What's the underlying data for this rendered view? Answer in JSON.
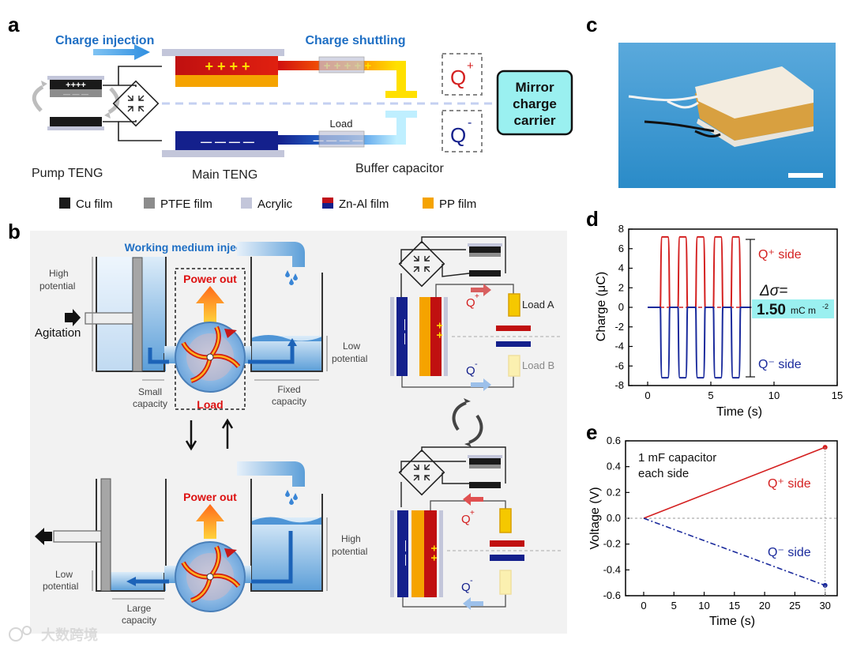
{
  "panels": {
    "a": "a",
    "b": "b",
    "c": "c",
    "d": "d",
    "e": "e"
  },
  "panel_a": {
    "charge_injection": "Charge injection",
    "charge_shuttling": "Charge shuttling",
    "load": "Load",
    "q_plus": "Q",
    "q_minus": "Q",
    "plus_sup": "+",
    "minus_sup": "-",
    "mirror": [
      "Mirror",
      "charge",
      "carrier"
    ],
    "pump_teng": "Pump TENG",
    "main_teng": "Main TENG",
    "buffer_capacitor": "Buffer capacitor",
    "pump_plate_plus": "++++",
    "pump_plate_minus": "— — —",
    "main_top_signs": "+  +  +  +",
    "main_bottom_signs": "—  —  —  —",
    "shuttle_top": "+  +  +  +  +",
    "shuttle_bottom": "—  —  —  —"
  },
  "legend": [
    {
      "label": "Cu film",
      "color": "#1a1a1a"
    },
    {
      "label": "PTFE film",
      "color": "#8c8c8c"
    },
    {
      "label": "Acrylic",
      "color": "#c3c6da"
    },
    {
      "label": "Zn-Al film",
      "color": "#c0101a",
      "color2": "#14208c"
    },
    {
      "label": "PP film",
      "color": "#f5a300"
    }
  ],
  "panel_b": {
    "working_medium": "Working medium  injection",
    "power_out": "Power out",
    "load": "Load",
    "high_potential": [
      "High",
      "potential"
    ],
    "low_potential": [
      "Low",
      "potential"
    ],
    "agitation": "Agitation",
    "small_capacity": [
      "Small",
      "capacity"
    ],
    "fixed_capacity": [
      "Fixed",
      "capacity"
    ],
    "large_capacity": [
      "Large",
      "capacity"
    ],
    "load_a": "Load A",
    "load_b": "Load B",
    "q": "Q",
    "plus_sup": "+",
    "minus_sup": "-",
    "cap_plus_signs": "+  +",
    "cap_minus_signs": "—  —"
  },
  "watermark": "大数跨境",
  "chart_data": [
    {
      "panel": "d",
      "type": "line",
      "xlabel": "Time (s)",
      "ylabel": "Charge (μC)",
      "xlim": [
        -1.5,
        15
      ],
      "ylim": [
        -8,
        8
      ],
      "xticks": [
        0,
        5,
        10,
        15
      ],
      "yticks": [
        -8,
        -6,
        -4,
        -2,
        0,
        2,
        4,
        6,
        8
      ],
      "grid": false,
      "pulses": {
        "count": 5,
        "starts": [
          1.0,
          2.4,
          3.8,
          5.2,
          6.6
        ],
        "width": 0.75
      },
      "series": [
        {
          "name": "Q⁺ side",
          "color": "#d42020",
          "high": 7.2,
          "low": 0.0
        },
        {
          "name": "Q⁻ side",
          "color": "#1a2a9c",
          "high": 0.0,
          "low": -7.2
        }
      ],
      "annotation": {
        "label": "Δσ=",
        "value": "1.50",
        "unit": "mC m",
        "unit_sup": "-2",
        "highlight": "#9af0f0"
      }
    },
    {
      "panel": "e",
      "type": "line",
      "xlabel": "Time (s)",
      "ylabel": "Voltage (V)",
      "xlim": [
        -3,
        32
      ],
      "ylim": [
        -0.6,
        0.6
      ],
      "xticks": [
        0,
        5,
        10,
        15,
        20,
        25,
        30
      ],
      "yticks": [
        -0.6,
        -0.4,
        -0.2,
        0.0,
        0.2,
        0.4,
        0.6
      ],
      "grid": false,
      "note": [
        "1 mF capacitor",
        "each side"
      ],
      "series": [
        {
          "name": "Q⁺ side",
          "color": "#d42020",
          "style": "solid",
          "x": [
            0,
            30
          ],
          "y": [
            0,
            0.55
          ]
        },
        {
          "name": "Q⁻ side",
          "color": "#1a2a9c",
          "style": "dashdot",
          "x": [
            0,
            30
          ],
          "y": [
            0,
            -0.52
          ]
        }
      ]
    }
  ]
}
